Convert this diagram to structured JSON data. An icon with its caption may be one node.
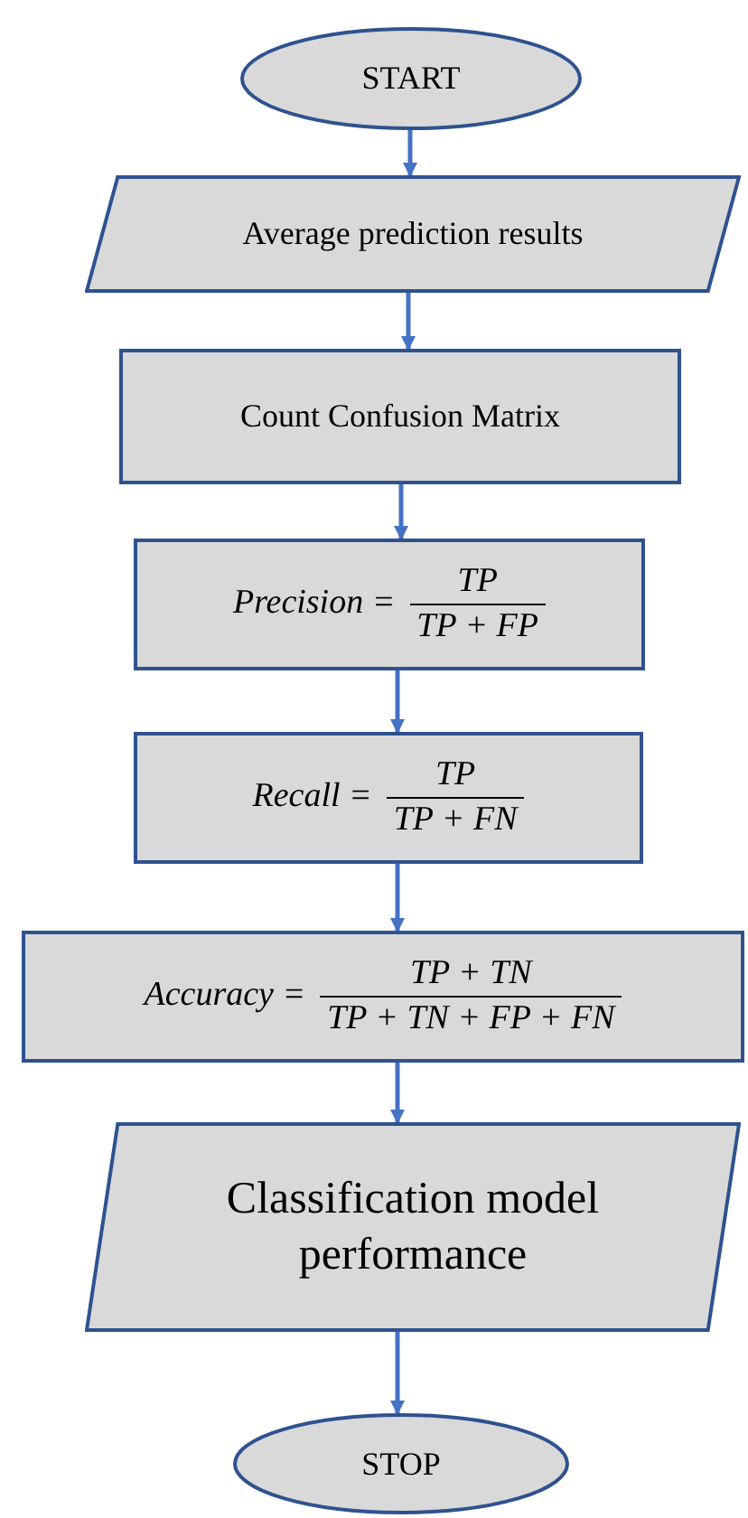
{
  "diagram": {
    "nodes": [
      {
        "text": [
          "START"
        ]
      },
      {
        "text": [
          "Average prediction results"
        ]
      },
      {
        "text": [
          "Count Confusion Matrix"
        ]
      },
      {
        "text": [
          "Precision =",
          "TP",
          "TP + FP"
        ]
      },
      {
        "text": [
          "Recall =",
          "TP",
          "TP + FN"
        ]
      },
      {
        "text": [
          "Accuracy =",
          "TP + TN",
          "TP + TN + FP + FN"
        ]
      },
      {
        "text": [
          "Classification model performance"
        ]
      },
      {
        "text": [
          "STOP"
        ]
      }
    ],
    "edges": [
      {
        "from": 0,
        "to": 1,
        "arrow": "to"
      },
      {
        "from": 1,
        "to": 2,
        "arrow": "to"
      },
      {
        "from": 2,
        "to": 3,
        "arrow": "to"
      },
      {
        "from": 3,
        "to": 4,
        "arrow": "to"
      },
      {
        "from": 4,
        "to": 5,
        "arrow": "to"
      },
      {
        "from": 5,
        "to": 6,
        "arrow": "to"
      },
      {
        "from": 6,
        "to": 7,
        "arrow": "to"
      }
    ]
  }
}
